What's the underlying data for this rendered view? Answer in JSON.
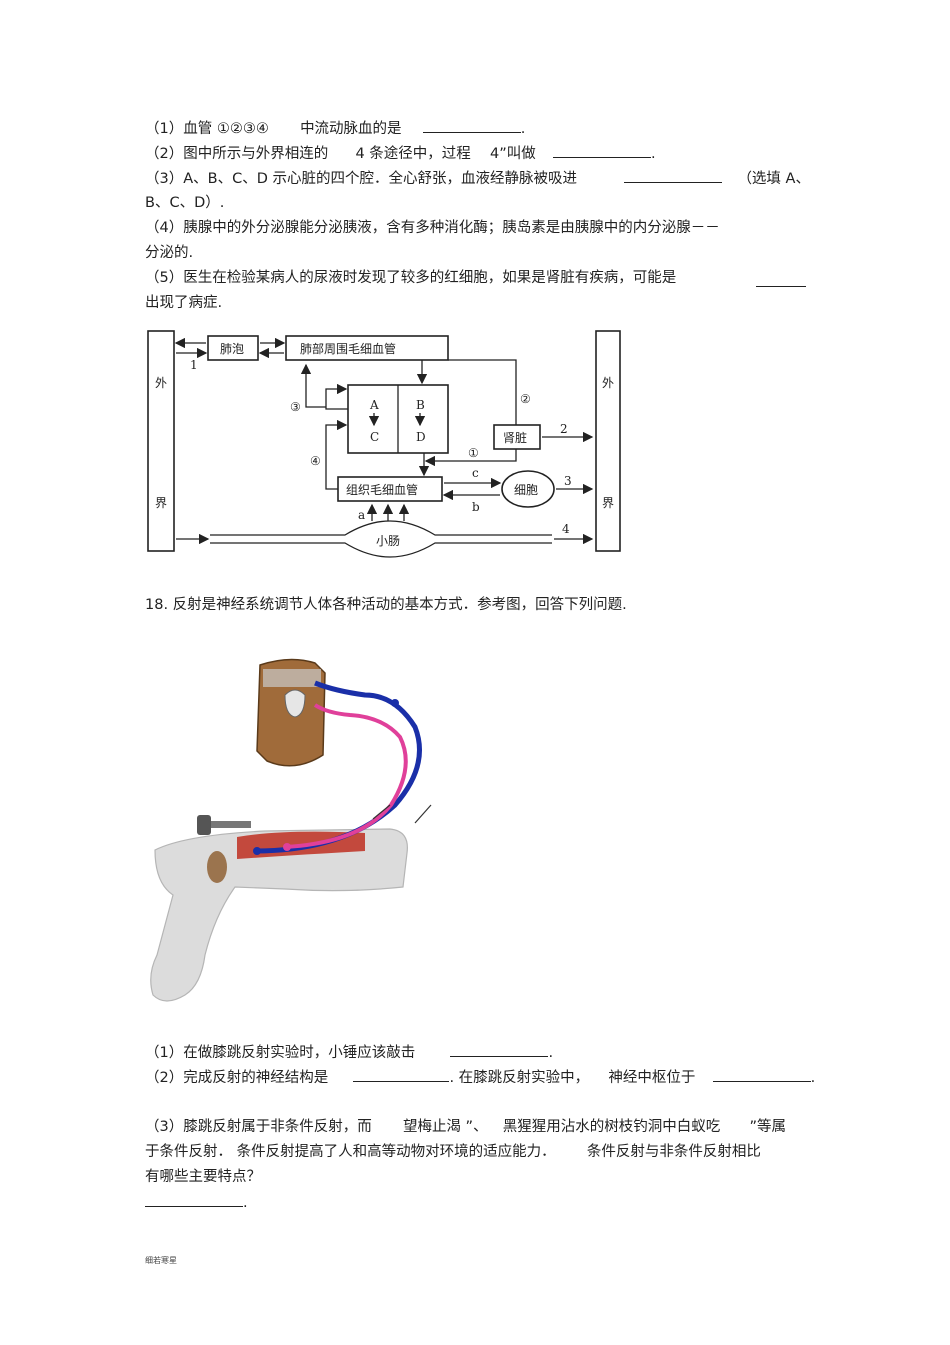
{
  "q17": {
    "l1a": "（1）血管 ①②③④",
    "l1b": "中流动脉血的是",
    "l1c": ".",
    "l2a": "（2）图中所示与外界相连的",
    "l2b": "4 条途径中，过程",
    "l2c": "4”叫做",
    "l2d": ".",
    "l3a": "（3）A、B、C、D 示心脏的四个腔．全心舒张，血液经静脉被吸进",
    "l3b": "（选填 A、",
    "l3c": "B、C、D）.",
    "l4a": "（4）胰腺中的外分泌腺能分泌胰液，含有多种消化酶；胰岛素是由胰腺中的内分泌腺－－",
    "l4b": "分泌的.",
    "l5a": "（5）医生在检验某病人的尿液时发现了较多的红细胞，如果是肾脏有疾病，可能是",
    "l5b": "出现了病症."
  },
  "diagram": {
    "outside_left_top": "外",
    "outside_left_bottom": "界",
    "outside_right_top": "外",
    "outside_right_bottom": "界",
    "alveoli": "肺泡",
    "lung_capillaries": "肺部周围毛细血管",
    "heart_a": "A",
    "heart_b": "B",
    "heart_c": "C",
    "heart_d": "D",
    "kidney": "肾脏",
    "tissue_capillaries": "组织毛细血管",
    "cell": "细胞",
    "small_intestine": "小肠",
    "n1": "1",
    "n2": "2",
    "n3": "3",
    "n4": "4",
    "c1": "①",
    "c2": "②",
    "c3": "③",
    "c4": "④",
    "la": "a",
    "lb": "b",
    "lc": "c"
  },
  "q18": {
    "title": "18.  反射是神经系统调节人体各种活动的基本方式．参考图，回答下列问题.",
    "l1a": "（1）在做膝跳反射实验时，小锤应该敲击",
    "l1b": ".",
    "l2a": "（2）完成反射的神经结构是",
    "l2b": ". 在膝跳反射实验中，",
    "l2c": "神经中枢位于",
    "l2d": ".",
    "l3a": "（3）膝跳反射属于非条件反射，而",
    "l3b": "望梅止渴 ”、",
    "l3c": "黑猩猩用沾水的树枝钓洞中白蚁吃",
    "l3d": "”等属",
    "l4a": "于条件反射．  条件反射提高了人和高等动物对环境的适应能力．",
    "l4b": "条件反射与非条件反射相比",
    "l5": "有哪些主要特点？",
    "l6": "."
  },
  "footer": "细若寒星",
  "colors": {
    "nerve_blue": "#1a2fa8",
    "nerve_pink": "#e0409a",
    "muscle_red": "#c0392b",
    "leg_gray": "#d9d9d9",
    "spine_brown": "#8b5a2b"
  }
}
